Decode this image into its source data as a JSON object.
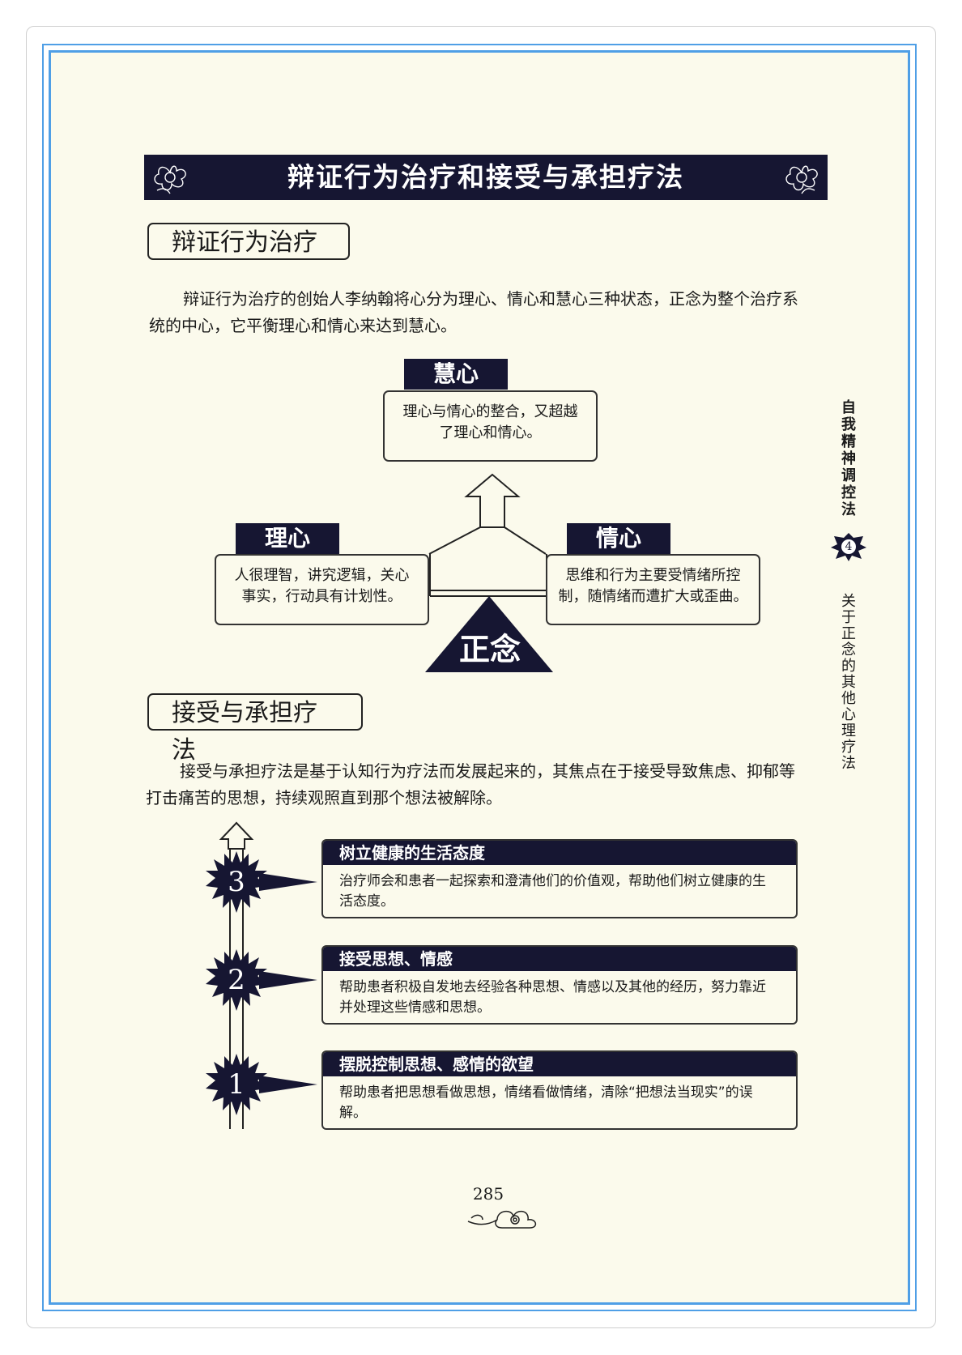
{
  "banner": {
    "title": "辩证行为治疗和接受与承担疗法"
  },
  "section1": {
    "heading": "辩证行为治疗",
    "paragraph": "辩证行为治疗的创始人李纳翰将心分为理心、情心和慧心三种状态，正念为整个治疗系统的中心，它平衡理心和情心来达到慧心。"
  },
  "diagram": {
    "wise": {
      "label": "慧心",
      "desc": "理心与情心的整合，又超越了理心和情心。"
    },
    "reason": {
      "label": "理心",
      "desc": "人很理智，讲究逻辑，关心事实，行动具有计划性。"
    },
    "emotion": {
      "label": "情心",
      "desc": "思维和行为主要受情绪所控制，随情绪而遭扩大或歪曲。"
    },
    "mindfulness": "正念"
  },
  "section2": {
    "heading": "接受与承担疗法",
    "paragraph": "接受与承担疗法是基于认知行为疗法而发展起来的，其焦点在于接受导致焦虑、抑郁等打击痛苦的思想，持续观照直到那个想法被解除。"
  },
  "steps": [
    {
      "num": "3",
      "title": "树立健康的生活态度",
      "desc": "治疗师会和患者一起探索和澄清他们的价值观，帮助他们树立健康的生活态度。"
    },
    {
      "num": "2",
      "title": "接受思想、情感",
      "desc": "帮助患者积极自发地去经验各种思想、情感以及其他的经历，努力靠近并处理这些情感和思想。"
    },
    {
      "num": "1",
      "title": "摆脱控制思想、感情的欲望",
      "desc": "帮助患者把思想看做思想，情绪看做情绪，清除“把想法当现实”的误解。"
    }
  ],
  "sidebar": {
    "book": "自我精神调控法",
    "chapter_num": "4",
    "chapter": "关于正念的其他心理疗法"
  },
  "page_number": "285"
}
